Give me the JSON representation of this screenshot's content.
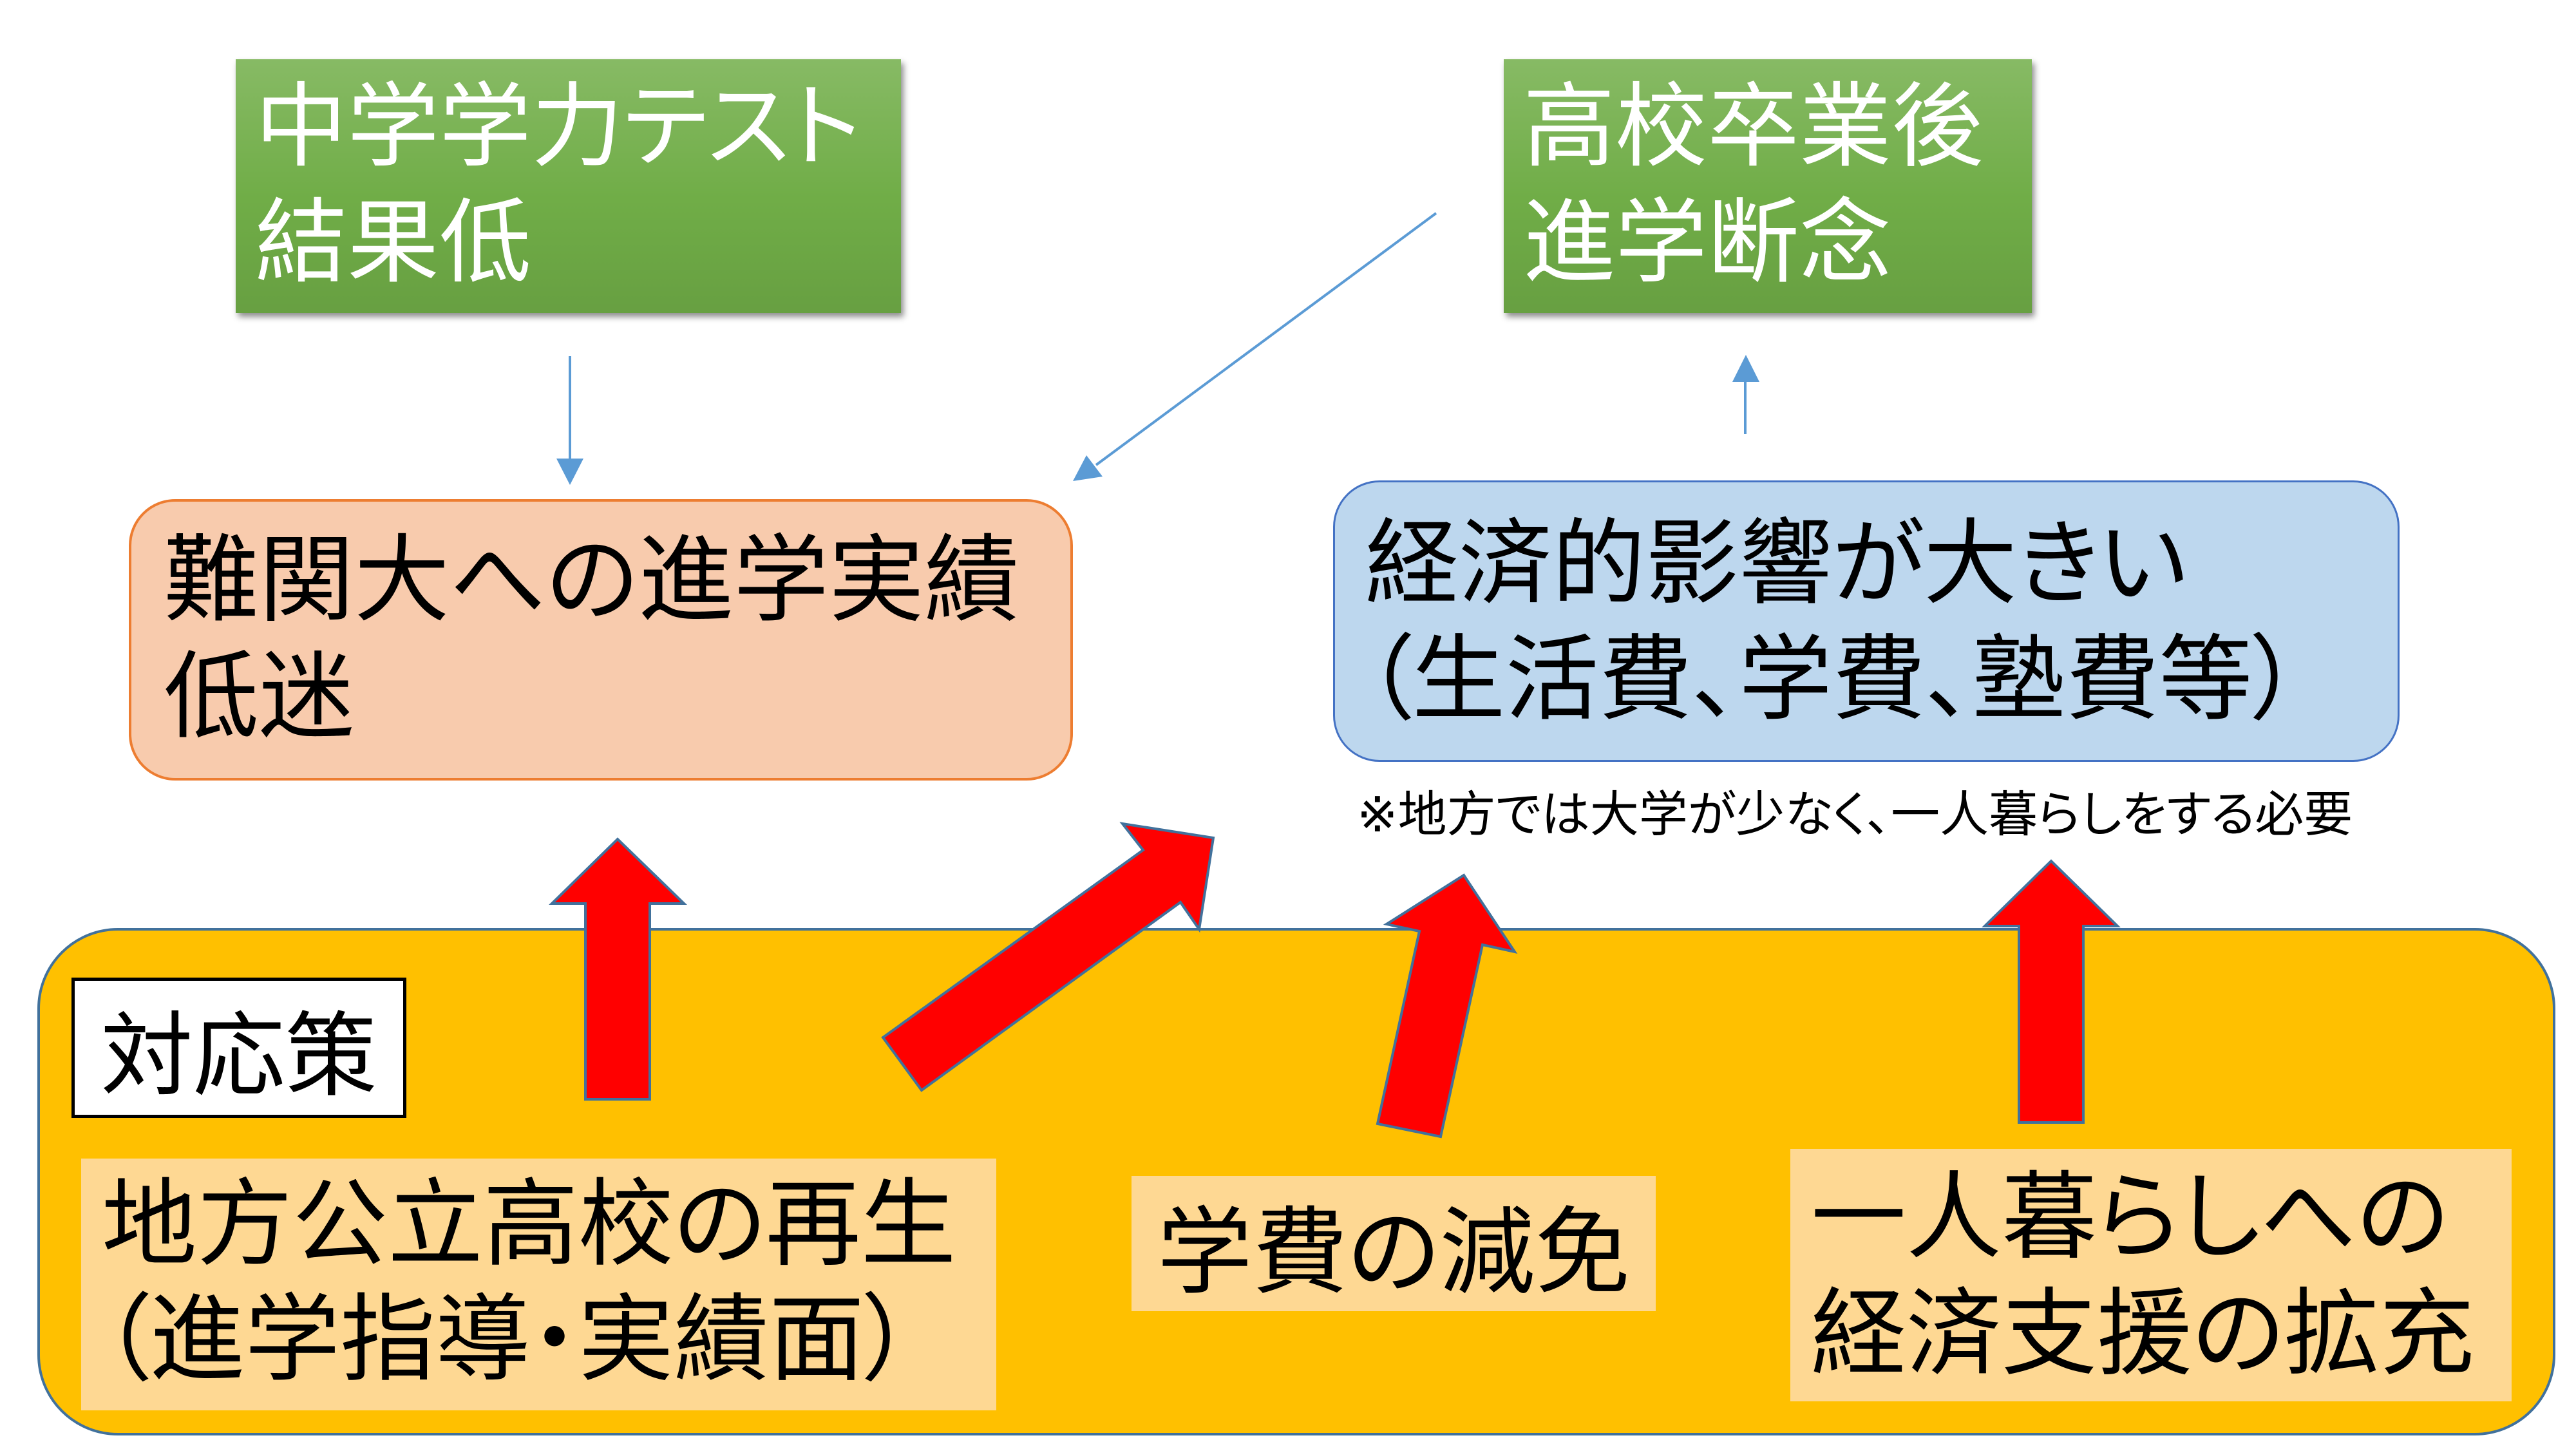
{
  "slide": {
    "top_boxes": [
      {
        "lines": [
          "中学学力テスト",
          "結果低"
        ]
      },
      {
        "lines": [
          "高校卒業後",
          "進学断念"
        ]
      }
    ],
    "issue_boxes": [
      {
        "lines": [
          "難関大への進学実績",
          "低迷"
        ]
      },
      {
        "lines": [
          "経済的影響が大きい",
          "（生活費、学費、塾費等）"
        ]
      }
    ],
    "note": "※地方では大学が少なく、一人暮らしをする必要",
    "countermeasures": {
      "heading": "対応策",
      "items": [
        {
          "lines": [
            "地方公立高校の再生",
            "（進学指導・実績面）"
          ]
        },
        {
          "lines": [
            "学費の減免"
          ]
        },
        {
          "lines": [
            "一人暮らしへの",
            "経済支援の拡充"
          ]
        }
      ]
    },
    "edges": [
      {
        "from": "top_boxes.0",
        "to": "issue_boxes.0",
        "style": "thin-blue-arrow"
      },
      {
        "from": "top_boxes.1",
        "to": "issue_boxes.0",
        "style": "thin-blue-arrow"
      },
      {
        "from": "issue_boxes.1",
        "to": "top_boxes.1",
        "style": "thin-blue-arrow"
      },
      {
        "from": "countermeasures.items.0",
        "to": "issue_boxes.0",
        "style": "red-block-arrow"
      },
      {
        "from": "countermeasures.items.0",
        "to": "issue_boxes.1",
        "style": "red-block-arrow"
      },
      {
        "from": "countermeasures.items.1",
        "to": "issue_boxes.1",
        "style": "red-block-arrow"
      },
      {
        "from": "countermeasures.items.2",
        "to": "issue_boxes.1",
        "style": "red-block-arrow"
      }
    ]
  },
  "colors": {
    "green_fill": "#70AD47",
    "issue_left_fill": "#F8CBAD",
    "issue_left_border": "#ED7D31",
    "issue_right_fill": "#BDD7EE",
    "issue_right_border": "#4472C4",
    "container_fill": "#FFC000",
    "container_border": "#41719C",
    "item_fill": "#FED893",
    "red_arrow": "#FF0000",
    "connector": "#5B9BD5"
  }
}
